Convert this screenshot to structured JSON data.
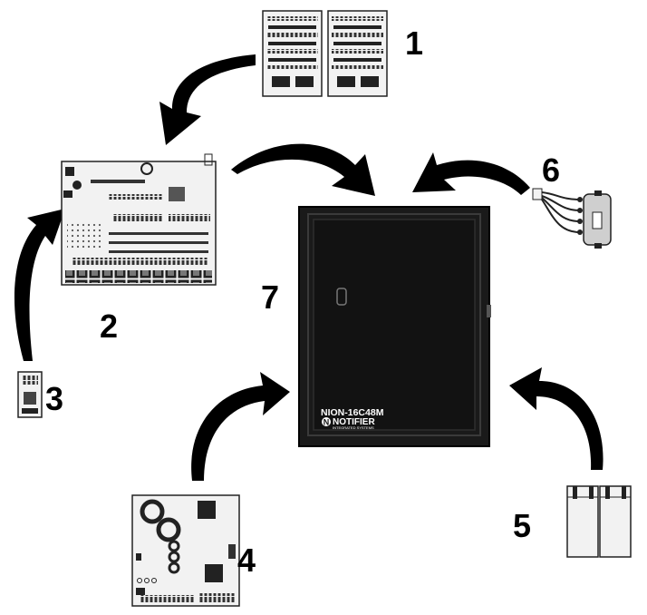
{
  "labels": {
    "n1": "1",
    "n2": "2",
    "n3": "3",
    "n4": "4",
    "n5": "5",
    "n6": "6",
    "n7": "7"
  },
  "enclosure": {
    "model": "NION-16C48M",
    "brand": "NOTIFIER",
    "brand_sub": "INTEGRATED SYSTEMS",
    "logo_letter": "N"
  },
  "colors": {
    "arrow": "#000000",
    "cabinet": "#1a1a1a",
    "cabinet_frame": "#3a3a3a",
    "board": "#f2f2f2"
  }
}
